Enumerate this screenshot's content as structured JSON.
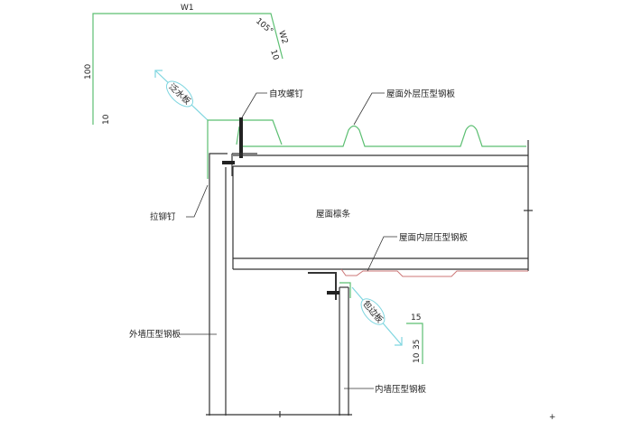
{
  "dimensions": {
    "w1": "W1",
    "angle": "105°",
    "w2": "W2",
    "end_10_top": "10",
    "height_100": "100",
    "end_10_left": "10",
    "d15": "15",
    "d35": "35",
    "d10": "10"
  },
  "labels": {
    "flashing": "泛水板",
    "self_tapping_screw": "自攻螺钉",
    "roof_outer_panel": "屋面外层压型钢板",
    "roof_purlin": "屋面檩条",
    "roof_inner_panel": "屋面内层压型钢板",
    "blind_rivet": "拉铆钉",
    "outer_wall_panel": "外墙压型钢板",
    "edge_trim": "包边板",
    "inner_wall_panel": "内墙压型钢板"
  },
  "colors": {
    "flashing_line": "#5cbf72",
    "callout": "#7fd6e0",
    "inner_panel": "#cc7777",
    "structure": "#333333"
  }
}
